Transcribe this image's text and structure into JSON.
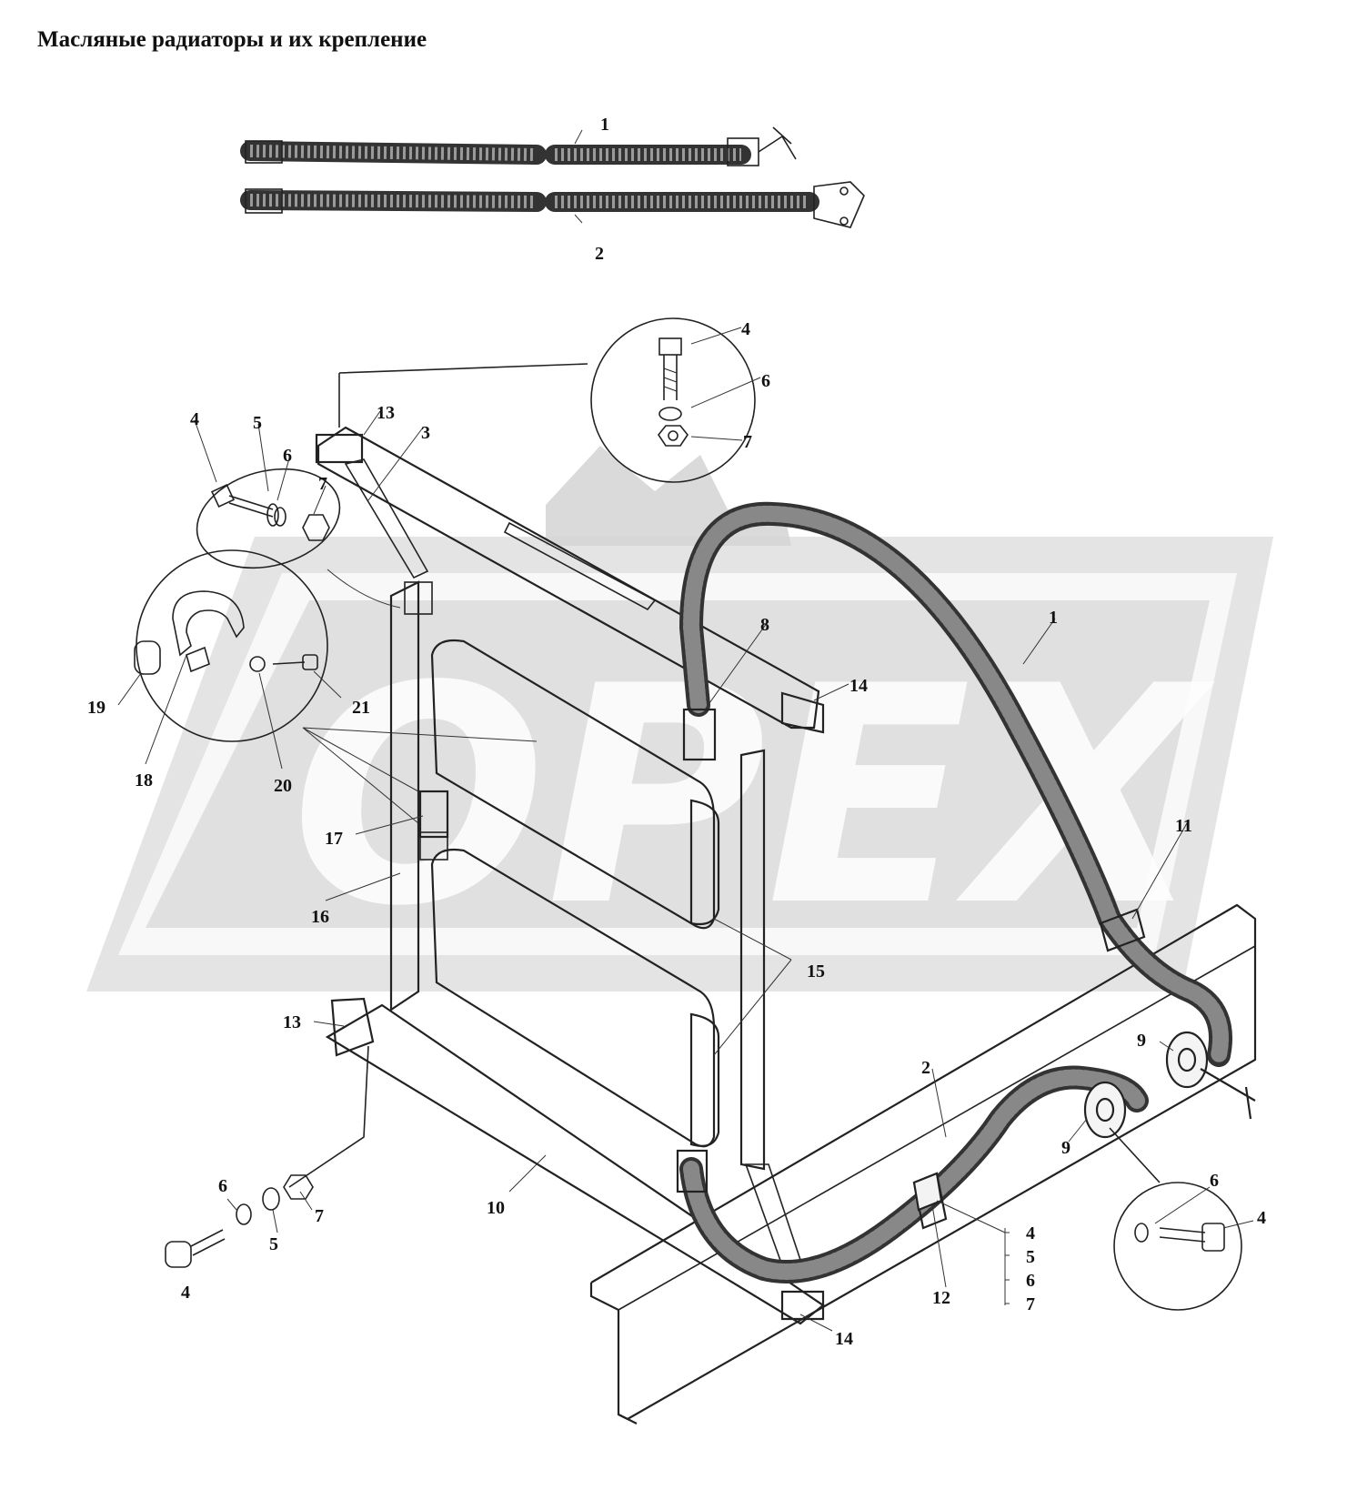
{
  "title": "Масляные радиаторы и их крепление",
  "watermark": {
    "text": "OPEX",
    "color": "#d6d6d6"
  },
  "callouts": {
    "c_hose1_top": "1",
    "c_hose2_top": "2",
    "c_bolt_circle_4": "4",
    "c_washer_circle_6": "6",
    "c_nut_circle_7": "7",
    "c_left_bolt_4": "4",
    "c_left_washer_5": "5",
    "c_left_washer_6": "6",
    "c_left_nut_7": "7",
    "c_bracket_13_top": "13",
    "c_brace_3": "3",
    "c_hose_fitting_8": "8",
    "c_hose1_main": "1",
    "c_bracket_14_top": "14",
    "c_clamp_19": "19",
    "c_clamp_18": "18",
    "c_washer_20": "20",
    "c_screw_21": "21",
    "c_bracket_17": "17",
    "c_frame_16": "16",
    "c_clip_11": "11",
    "c_radiators_15": "15",
    "c_bracket_13_bottom": "13",
    "c_flange_9_right": "9",
    "c_hose2_main": "2",
    "c_flange_9_mid": "9",
    "c_lower_6": "6",
    "c_lower_7": "7",
    "c_lower_5": "5",
    "c_lower_4": "4",
    "c_bar_10": "10",
    "c_right_circle_6": "6",
    "c_right_circle_4": "4",
    "c_clip_12": "12",
    "c_list_4": "4",
    "c_list_5": "5",
    "c_list_6": "6",
    "c_list_7": "7",
    "c_bracket_14_bottom": "14"
  }
}
